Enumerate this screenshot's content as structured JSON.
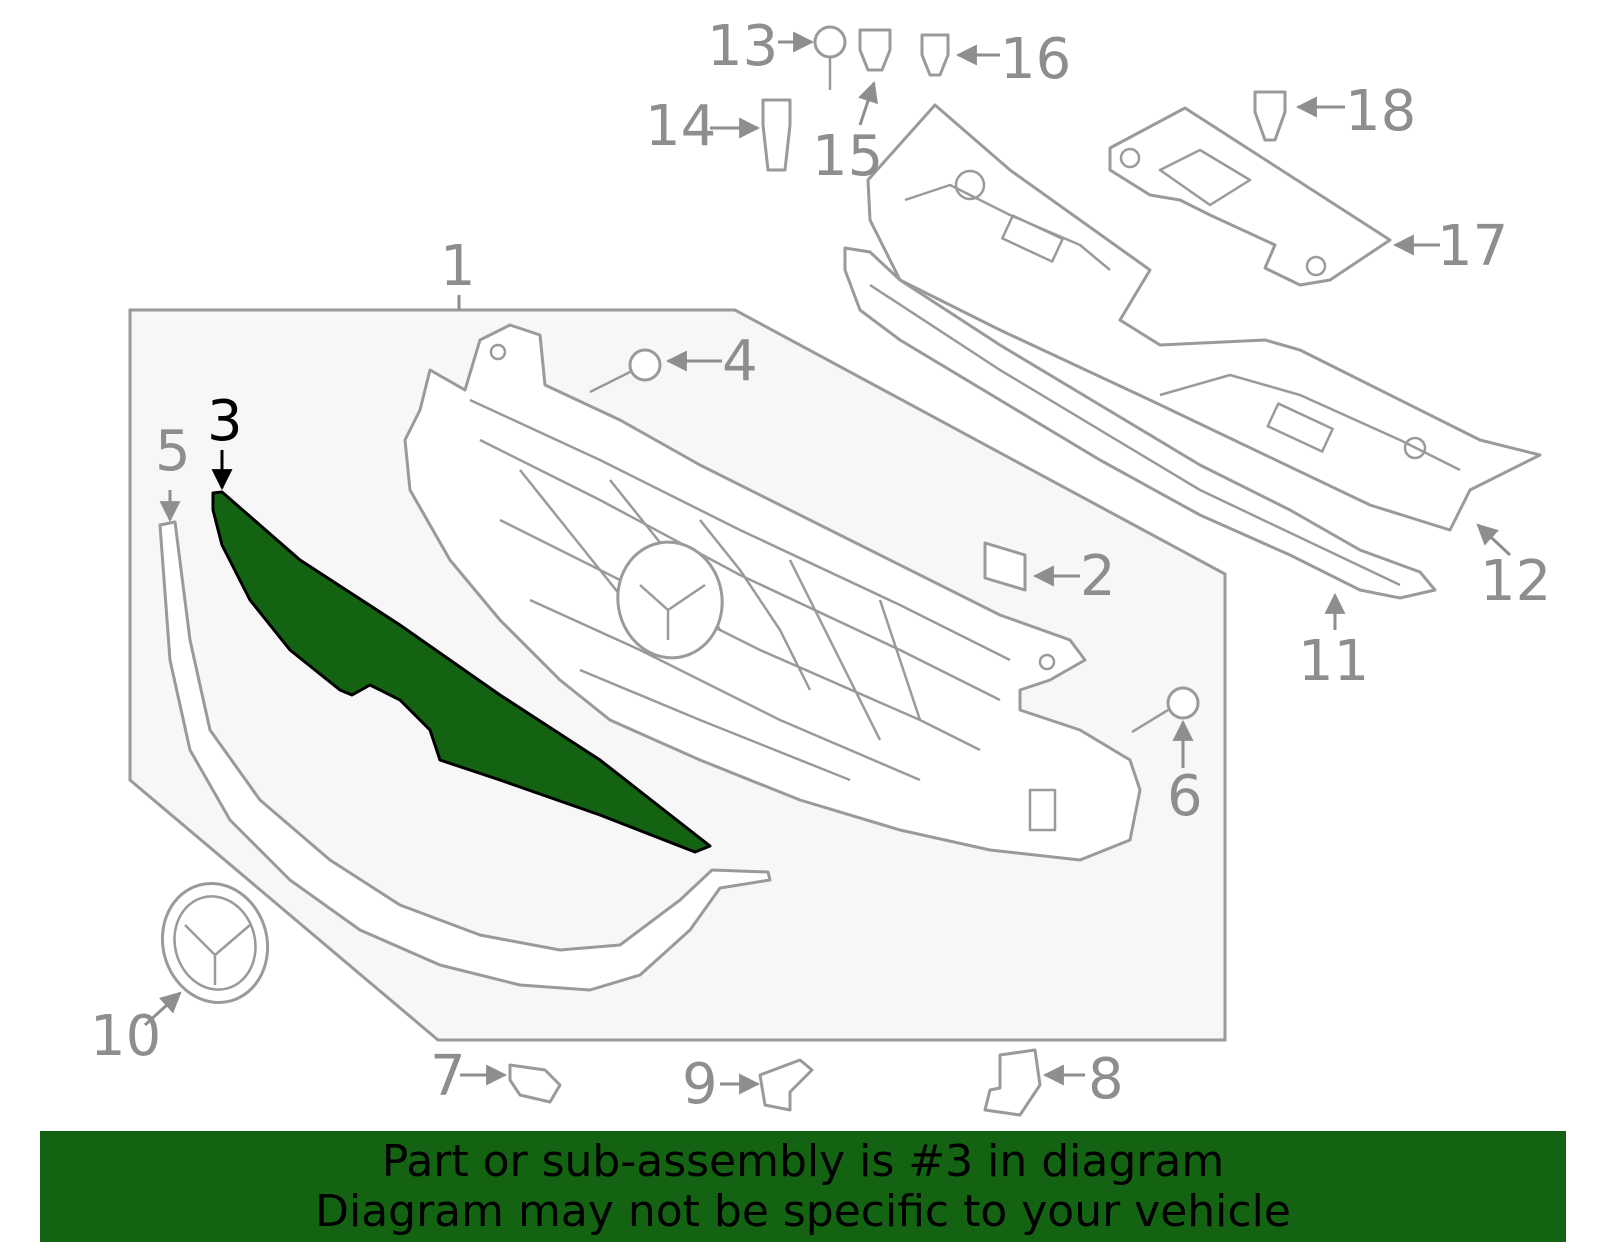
{
  "diagram": {
    "highlighted_part": "3",
    "highlight_color": "#146313",
    "line_color": "#8e8e8e",
    "callouts": [
      "1",
      "2",
      "3",
      "4",
      "5",
      "6",
      "7",
      "8",
      "9",
      "10",
      "11",
      "12",
      "13",
      "14",
      "15",
      "16",
      "17",
      "18"
    ]
  },
  "banner": {
    "line1": "Part or sub-assembly is #3 in diagram",
    "line2": "Diagram may not be specific to your vehicle",
    "background": "#146313"
  }
}
